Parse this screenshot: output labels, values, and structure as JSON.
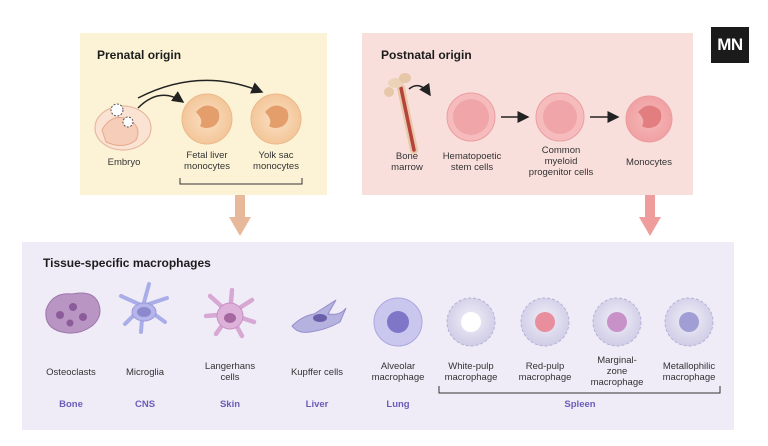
{
  "logo": {
    "text": "MN"
  },
  "prenatal": {
    "title": "Prenatal origin",
    "labels": {
      "embryo": "Embryo",
      "fetal_liver": "Fetal liver\nmonocytes",
      "yolk_sac": "Yolk sac\nmonocytes"
    }
  },
  "postnatal": {
    "title": "Postnatal origin",
    "labels": {
      "bone_marrow": "Bone\nmarrow",
      "hsc": "Hematopoetic\nstem cells",
      "cmp": "Common\nmyeloid\nprogenitor cells",
      "monocytes": "Monocytes"
    }
  },
  "tissue": {
    "title": "Tissue-specific macrophages",
    "cells": [
      {
        "label": "Osteoclasts",
        "organ": "Bone"
      },
      {
        "label": "Microglia",
        "organ": "CNS"
      },
      {
        "label": "Langerhans\ncells",
        "organ": "Skin"
      },
      {
        "label": "Kupffer cells",
        "organ": "Liver"
      },
      {
        "label": "Alveolar\nmacrophage",
        "organ": "Lung"
      },
      {
        "label": "White-pulp\nmacrophage"
      },
      {
        "label": "Red-pulp\nmacrophage"
      },
      {
        "label": "Marginal-\nzone\nmacrophage"
      },
      {
        "label": "Metallophilic\nmacrophage"
      }
    ],
    "spleen_label": "Spleen"
  },
  "colors": {
    "prenatal_bg": "#fcf3d6",
    "postnatal_bg": "#f9dfdc",
    "tissue_bg": "#efecf7",
    "organ_text": "#6a5db8",
    "down_arrow_left": "#e8b89a",
    "down_arrow_right": "#ee9c9c"
  }
}
